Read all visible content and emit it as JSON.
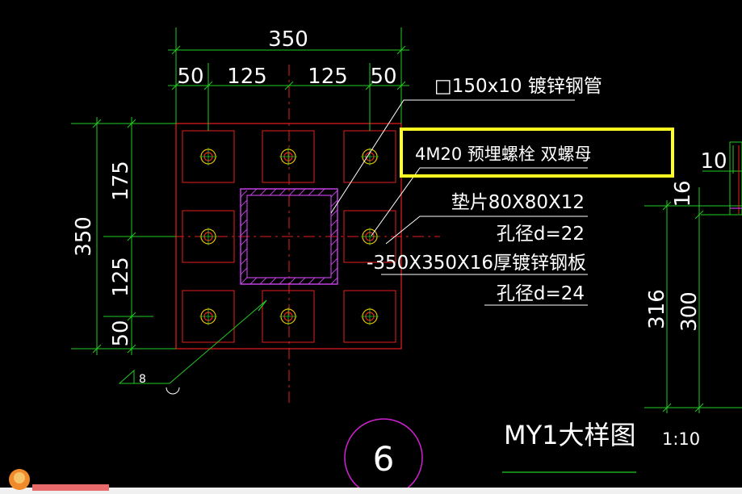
{
  "colors": {
    "background": "#000000",
    "plate": "#e81e1e",
    "dimension": "#22cc22",
    "text": "#ffffff",
    "tube": "#c040e0",
    "bolt": "#e8c000",
    "highlight": "#ffff22",
    "callout_circle": "#d020d0"
  },
  "dimensions": {
    "top_total": "350",
    "top_seg_1": "50",
    "top_seg_2": "125",
    "top_seg_3": "125",
    "top_seg_4": "50",
    "left_total": "350",
    "left_seg_1": "175",
    "left_seg_2": "125",
    "left_seg_3": "50",
    "right_10": "10",
    "right_16": "16",
    "right_316": "316",
    "right_300": "300"
  },
  "labels": {
    "tube": "□150x10 镀锌钢管",
    "bolt": "4M20 预埋螺栓  双螺母",
    "washer": "垫片80X80X12",
    "washer_hole": "孔径d=22",
    "plate": "-350X350X16厚镀锌钢板",
    "plate_hole": "孔径d=24",
    "weld_size": "8",
    "title": "MY1大样图",
    "scale": "1:10",
    "detail_no": "6"
  }
}
